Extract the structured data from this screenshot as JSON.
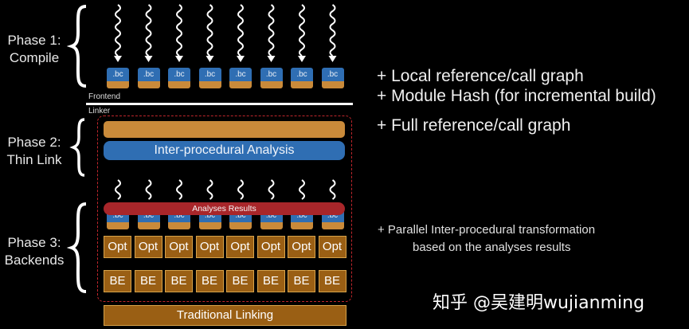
{
  "phases": {
    "compile": [
      "Phase 1:",
      "Compile"
    ],
    "thin_link": [
      "Phase 2:",
      "Thin Link"
    ],
    "backends": [
      "Phase 3:",
      "Backends"
    ]
  },
  "module_label": ".bc",
  "frontend_label": "Frontend",
  "linker_label": "Linker",
  "analysis_bar": "Inter-procedural Analysis",
  "analyses_results": "Analyses Results",
  "opt_label": "Opt",
  "be_label": "BE",
  "traditional_linking": "Traditional Linking",
  "notes": {
    "local_graph": "+ Local reference/call graph",
    "module_hash": "+ Module Hash (for incremental build)",
    "full_graph": "+ Full reference/call graph",
    "parallel_line1": "+ Parallel Inter-procedural transformation",
    "parallel_line2": "based on the analyses results"
  },
  "watermark": "知乎 @吴建明wujianming",
  "module_count": 8,
  "colors": {
    "module_blue": "#2f6eb3",
    "module_orange": "#c98a3a",
    "analysis_red": "#a8262a",
    "opt_fill": "#9a5f14",
    "dashed_red": "#c0262c"
  }
}
